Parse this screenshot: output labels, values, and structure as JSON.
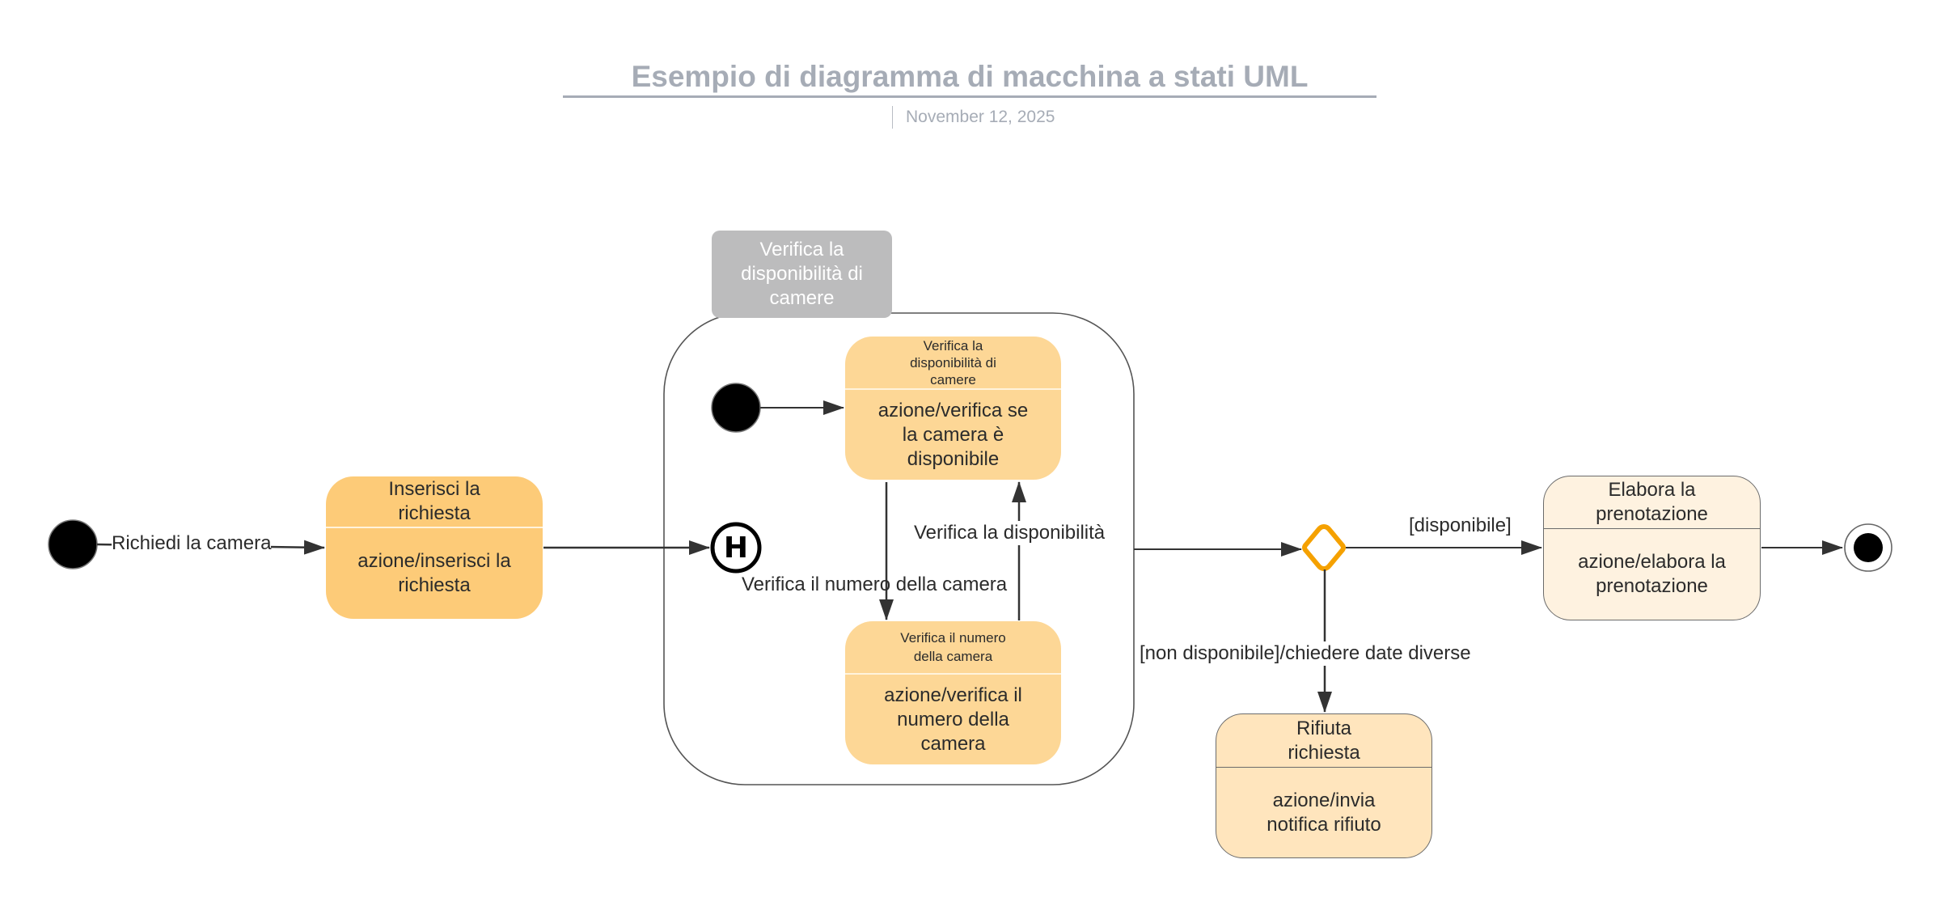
{
  "header": {
    "title": "Esempio di diagramma di macchina a stati UML",
    "date": "November 12, 2025"
  },
  "colors": {
    "title": "#a6acb6",
    "state_strong": "#fdcb78",
    "state_inner": "#fdd796",
    "state_elabora": "#fef2e0",
    "state_rifiuta": "#ffe5bd",
    "composite_tab": "#bcbcbd",
    "decision_stroke": "#f5a100",
    "edge": "#333333"
  },
  "nodes": {
    "initial": {
      "type": "initial-state"
    },
    "insert": {
      "name_lines": [
        "Inserisci la",
        "richiesta"
      ],
      "action_lines": [
        "azione/inserisci la",
        "richiesta"
      ]
    },
    "composite": {
      "title_lines": [
        "Verifica la",
        "disponibilità di",
        "camere"
      ],
      "initial": {
        "type": "initial-state"
      },
      "history": {
        "type": "history-state",
        "symbol": "H"
      },
      "check_availability": {
        "name_lines": [
          "Verifica la",
          "disponibilità di",
          "camere"
        ],
        "action_lines": [
          "azione/verifica se",
          "la camera è",
          "disponibile"
        ]
      },
      "check_number": {
        "name_lines": [
          "Verifica il numero",
          "della camera"
        ],
        "action_lines": [
          "azione/verifica il",
          "numero della",
          "camera"
        ]
      }
    },
    "decision": {
      "type": "choice"
    },
    "elabora": {
      "name_lines": [
        "Elabora la",
        "prenotazione"
      ],
      "action_lines": [
        "azione/elabora la",
        "prenotazione"
      ]
    },
    "rifiuta": {
      "name_lines": [
        "Rifiuta",
        "richiesta"
      ],
      "action_lines": [
        "azione/invia",
        "notifica rifiuto"
      ]
    },
    "final": {
      "type": "final-state"
    }
  },
  "transitions": {
    "request_room": "Richiedi la camera",
    "check_number": "Verifica il numero della camera",
    "check_availability": "Verifica la disponibilità",
    "available": "[disponibile]",
    "not_available": "[non disponibile]/chiedere date diverse"
  }
}
